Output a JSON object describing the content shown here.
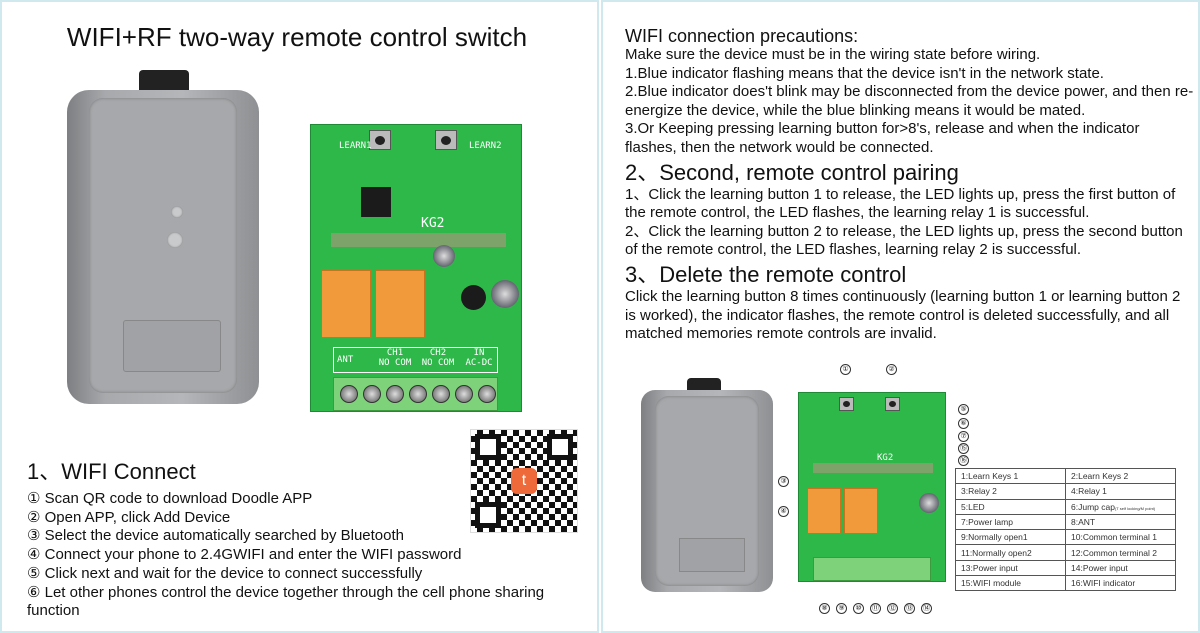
{
  "left": {
    "title": "WIFI+RF two-way remote control switch",
    "pcb_labels": {
      "learn1": "LEARN1",
      "learn2": "LEARN2",
      "model": "KG2",
      "ant": "ANT",
      "ch1": "CH1",
      "ch2": "CH2",
      "in": "IN",
      "no": "NO",
      "com": "COM",
      "acdc": "AC-DC"
    },
    "section_title": "1、WIFI Connect",
    "steps": [
      "① Scan QR code to download Doodle APP",
      "② Open APP, click Add Device",
      "③ Select the device automatically searched by Bluetooth",
      "④ Connect your phone to 2.4GWIFI and enter the WIFI password",
      "⑤ Click next and wait for the device to connect successfully",
      "⑥ Let other phones control the device together through the cell phone sharing function"
    ]
  },
  "right": {
    "precautions_title": "WIFI connection precautions:",
    "precautions": [
      "Make sure the device must be in the wiring state before wiring.",
      "1.Blue indicator flashing means that the device isn't in the network state.",
      "2.Blue indicator does't blink may be disconnected from the device power, and then re-energize the device, while the blue blinking means it would be mated.",
      "3.Or Keeping pressing learning button for>8's, release and when the indicator flashes, then the network would be connected."
    ],
    "pairing_title": "2、Second, remote control pairing",
    "pairing": [
      "1、Click the learning button 1 to release, the LED lights up, press the first button of the remote control, the LED flashes, the learning relay 1 is successful.",
      "2、Click the learning button 2 to release, the LED lights up, press the second button of the remote control, the LED flashes, learning relay 2 is successful."
    ],
    "delete_title": "3、Delete the remote control",
    "delete_text": "Click the learning button 8 times continuously (learning button 1 or learning button 2 is worked), the indicator flashes, the remote control is deleted successfully, and all matched memories remote controls are invalid.",
    "callouts": [
      "①",
      "②",
      "③",
      "④",
      "⑤",
      "⑥",
      "⑦",
      "⑧",
      "⑨",
      "⑩",
      "⑪",
      "⑫",
      "⑬",
      "⑭",
      "⑮",
      "⑯"
    ],
    "legend": [
      [
        "1:Learn Keys 1",
        "2:Learn Keys 2"
      ],
      [
        "3:Relay 2",
        "4:Relay 1"
      ],
      [
        "5:LED",
        "6:Jump cap"
      ],
      [
        "7:Power lamp",
        "8:ANT"
      ],
      [
        "9:Normally open1",
        "10:Common terminal 1"
      ],
      [
        "11:Normally open2",
        "12:Common terminal 2"
      ],
      [
        "13:Power input",
        "14:Power input"
      ],
      [
        "15:WIFI module",
        "16:WIFI indicator"
      ]
    ],
    "jump_cap_note": "(T self locking/M point)"
  }
}
